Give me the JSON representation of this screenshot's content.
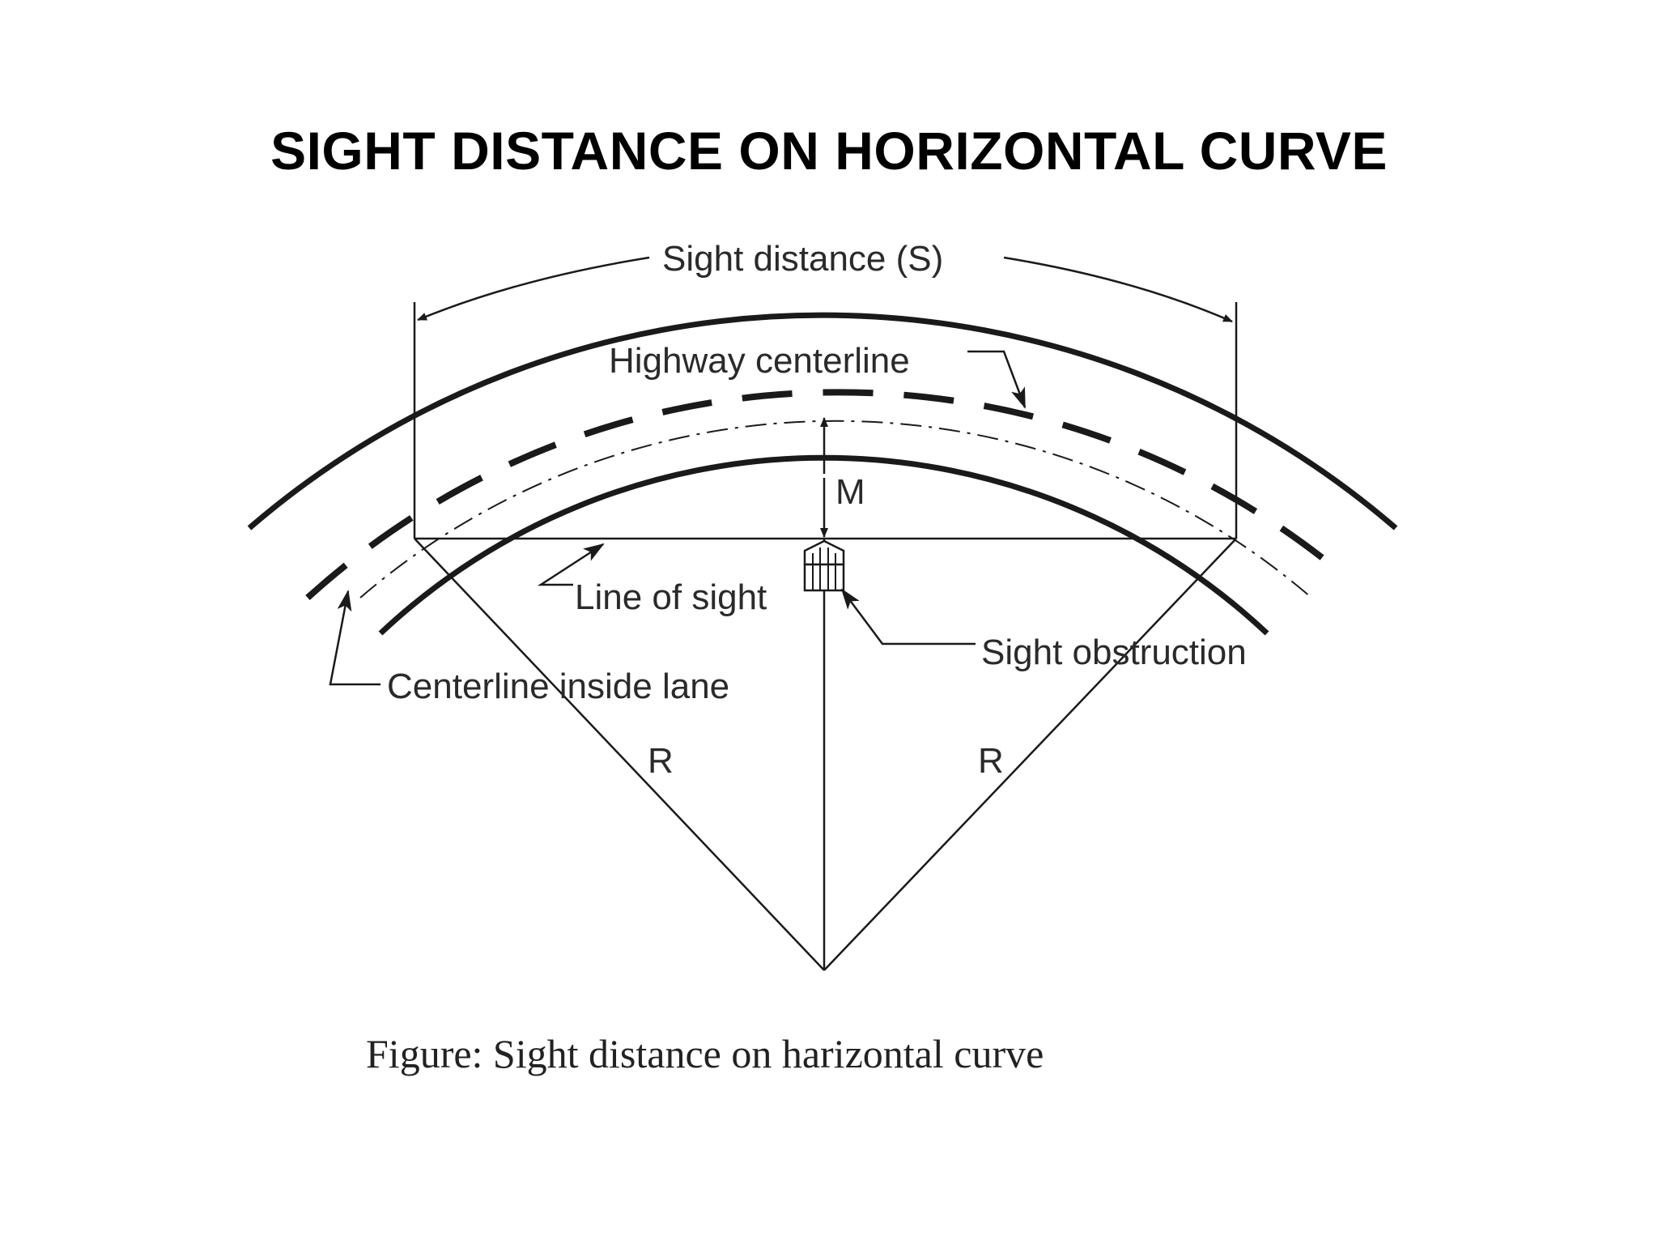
{
  "title": "SIGHT DISTANCE ON HORIZONTAL CURVE",
  "diagram": {
    "labels": {
      "sight_distance": "Sight distance (S)",
      "highway_centerline": "Highway centerline",
      "middle_ordinate": "M",
      "line_of_sight": "Line of sight",
      "sight_obstruction": "Sight obstruction",
      "centerline_inside_lane": "Centerline inside lane",
      "radius_left": "R",
      "radius_right": "R"
    },
    "caption": "Figure: Sight distance on harizontal curve"
  },
  "colors": {
    "line": "#1a1a1a",
    "text": "#2a2a2a",
    "background": "#ffffff"
  }
}
